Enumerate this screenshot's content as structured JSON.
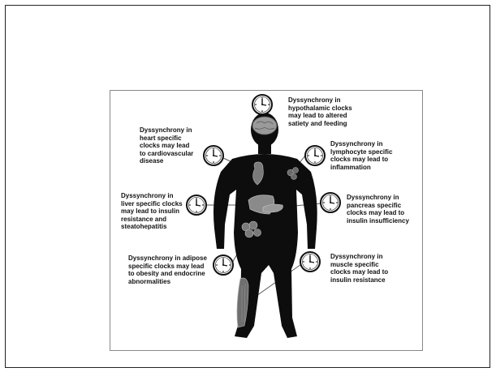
{
  "labels": {
    "hypothalamic": [
      "Dyssynchrony in",
      "hypothalamic clocks",
      "may lead to altered",
      "satiety and feeding"
    ],
    "heart": [
      "Dyssynchrony in",
      "heart specific",
      "clocks may lead",
      "to cardiovascular",
      "disease"
    ],
    "lymphocyte": [
      "Dyssynchrony in",
      "lymphocyte specific",
      "clocks may lead to",
      "inflammation"
    ],
    "liver": [
      "Dyssynchrony in",
      "liver specific clocks",
      "may lead to insulin",
      "resistance and",
      "steatohepatitis"
    ],
    "pancreas": [
      "Dyssynchrony in",
      "pancreas specific",
      "clocks may lead to",
      "insulin insufficiency"
    ],
    "adipose": [
      "Dyssynchrony in adipose",
      "specific clocks may lead",
      "to obesity and endocrine",
      "abnormalities"
    ],
    "muscle": [
      "Dyssynchrony in",
      "muscle specific",
      "clocks may lead to",
      "insulin resistance"
    ]
  },
  "colors": {
    "body": "#0d0d0d",
    "organ": "#8a8a8a",
    "clock_face": "#ffffff",
    "connector": "#444444"
  },
  "icons": [
    "clock-icon",
    "brain-icon",
    "heart-icon",
    "lymph-node-icon",
    "liver-icon",
    "pancreas-icon",
    "adipose-icon",
    "muscle-icon",
    "human-silhouette"
  ]
}
